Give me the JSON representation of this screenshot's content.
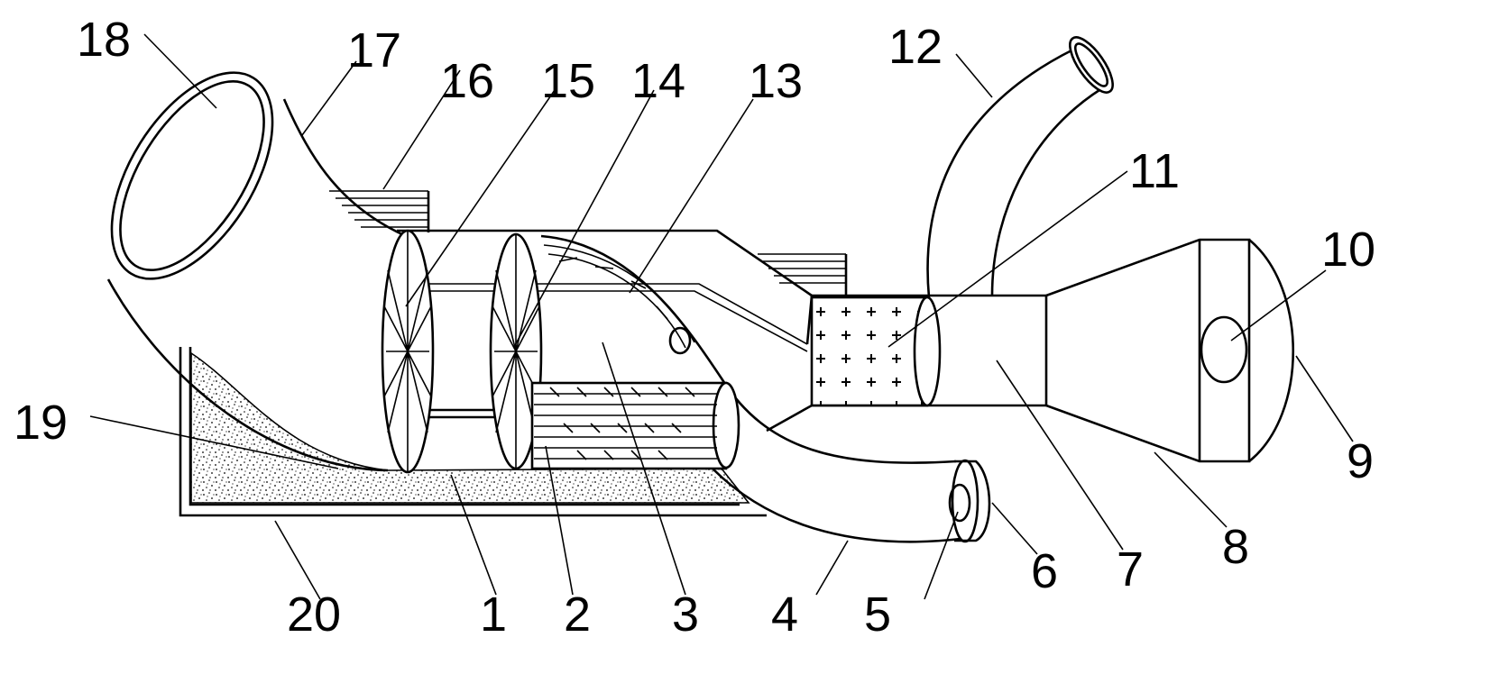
{
  "figure": {
    "kind": "patent mechanical drawing",
    "background": "#ffffff",
    "line_color": "#000000"
  },
  "labels": [
    {
      "id": "1",
      "text": "1"
    },
    {
      "id": "2",
      "text": "2"
    },
    {
      "id": "3",
      "text": "3"
    },
    {
      "id": "4",
      "text": "4"
    },
    {
      "id": "5",
      "text": "5"
    },
    {
      "id": "6",
      "text": "6"
    },
    {
      "id": "7",
      "text": "7"
    },
    {
      "id": "8",
      "text": "8"
    },
    {
      "id": "9",
      "text": "9"
    },
    {
      "id": "10",
      "text": "10"
    },
    {
      "id": "11",
      "text": "11"
    },
    {
      "id": "12",
      "text": "12"
    },
    {
      "id": "13",
      "text": "13"
    },
    {
      "id": "14",
      "text": "14"
    },
    {
      "id": "15",
      "text": "15"
    },
    {
      "id": "16",
      "text": "16"
    },
    {
      "id": "17",
      "text": "17"
    },
    {
      "id": "18",
      "text": "18"
    },
    {
      "id": "19",
      "text": "19"
    },
    {
      "id": "20",
      "text": "20"
    }
  ]
}
